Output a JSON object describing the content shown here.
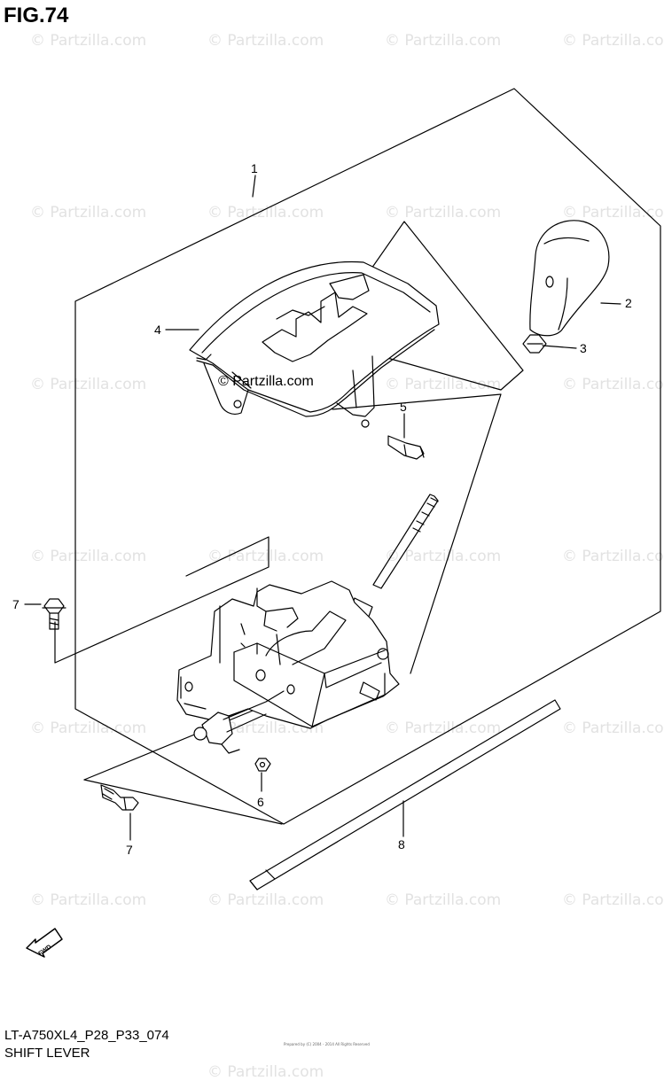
{
  "header": {
    "figure": "FIG.74"
  },
  "footer": {
    "code": "LT-A750XL4_P28_P33_074",
    "name": "SHIFT LEVER",
    "copyright": "Prepared by (C) 2004 - 2014 All Rights Reserved"
  },
  "watermark": {
    "text": "© Partzilla.com",
    "color": "#e2e2e2"
  },
  "overlay": {
    "site_text": "© Partzilla.com"
  },
  "fwd_arrow": {
    "text": "FWD"
  },
  "callouts": [
    {
      "num": "1"
    },
    {
      "num": "2"
    },
    {
      "num": "3"
    },
    {
      "num": "4"
    },
    {
      "num": "5"
    },
    {
      "num": "6"
    },
    {
      "num": "7"
    },
    {
      "num": "7"
    },
    {
      "num": "8"
    }
  ]
}
